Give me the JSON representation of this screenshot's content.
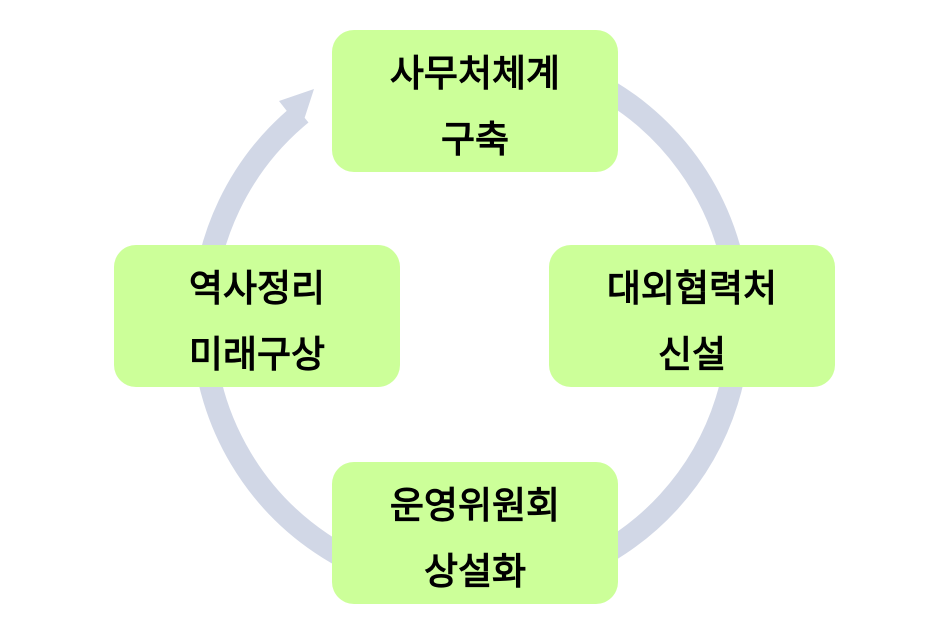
{
  "colors": {
    "box_fill": "#ccff99",
    "ring": "#d1d7e6",
    "text": "#000000"
  },
  "nodes": {
    "top": {
      "line1": "사무처체계",
      "line2": "구축"
    },
    "right": {
      "line1": "대외협력처",
      "line2": "신설"
    },
    "bottom": {
      "line1": "운영위원회",
      "line2": "상설화"
    },
    "left": {
      "line1": "역사정리",
      "line2": "미래구상"
    }
  }
}
